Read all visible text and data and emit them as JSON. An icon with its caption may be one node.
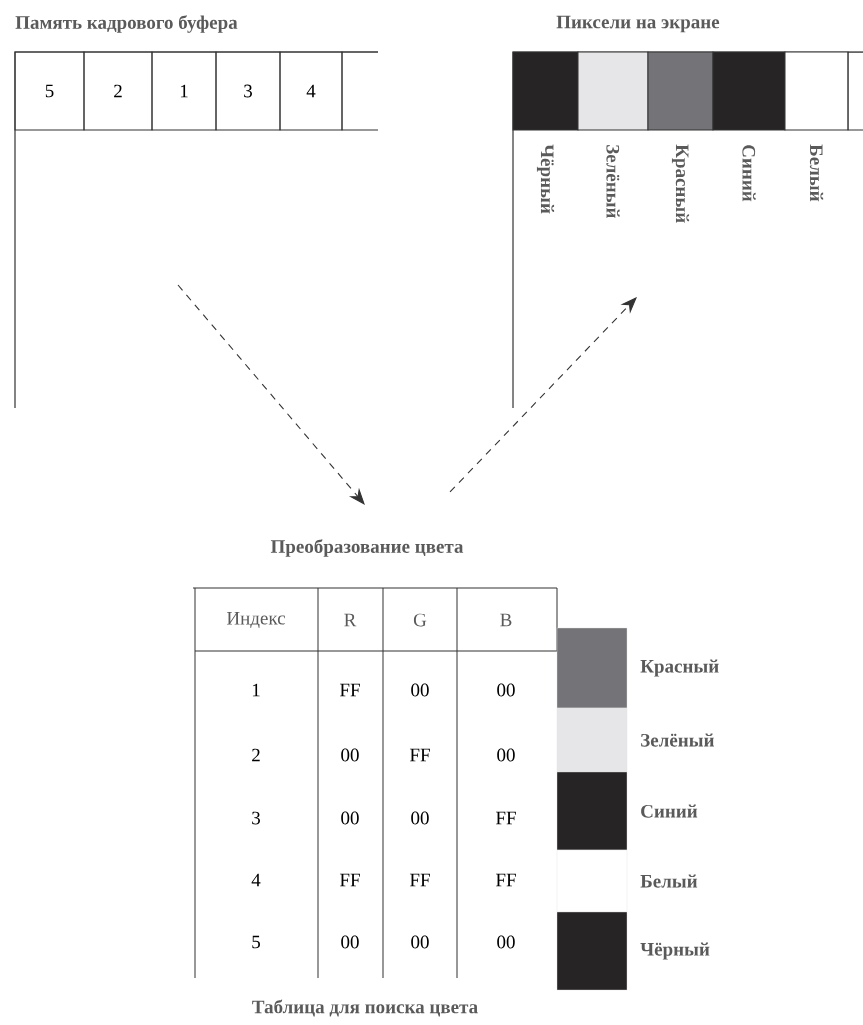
{
  "diagram": {
    "nodes": [
      {
        "text": [
          "Память кадрового буфера"
        ]
      },
      {
        "text": [
          "5"
        ],
        "in": 0
      },
      {
        "text": [
          "2"
        ],
        "in": 0
      },
      {
        "text": [
          "1"
        ],
        "in": 0
      },
      {
        "text": [
          "3"
        ],
        "in": 0
      },
      {
        "text": [
          "4"
        ],
        "in": 0
      },
      {
        "text": [],
        "shape": "box",
        "in": 0
      },
      {
        "text": [
          "Пиксели на экране"
        ]
      },
      {
        "text": [],
        "shape": "box",
        "in": 7,
        "beside": [
          "Чёрный"
        ]
      },
      {
        "text": [],
        "shape": "box",
        "in": 7,
        "beside": [
          "Зелёный"
        ]
      },
      {
        "text": [],
        "shape": "box",
        "in": 7,
        "beside": [
          "Красный"
        ]
      },
      {
        "text": [],
        "shape": "box",
        "in": 7,
        "beside": [
          "Синий"
        ]
      },
      {
        "text": [],
        "shape": "box",
        "in": 7,
        "beside": [
          "Белый"
        ]
      },
      {
        "text": [],
        "shape": "box",
        "in": 7
      },
      {
        "text": [
          "Преобразование цвета"
        ],
        "beside": [
          "Таблица для поиска цвета"
        ]
      }
    ],
    "edges": [
      {
        "from": null,
        "to": 14,
        "arrow": "to",
        "style": "dashed"
      },
      {
        "from": 14,
        "to": null,
        "arrow": "to",
        "style": "dashed"
      }
    ],
    "labels": [
      "Индекс",
      "R",
      "G",
      "B",
      "1",
      "FF",
      "00",
      "00",
      "2",
      "00",
      "FF",
      "00",
      "3",
      "00",
      "00",
      "FF",
      "4",
      "FF",
      "FF",
      "FF",
      "5",
      "00",
      "00",
      "00"
    ],
    "legend": [
      {
        "text": "Красный",
        "color": "#747478"
      },
      {
        "text": "Зелёный",
        "color": "#e6e6e8"
      },
      {
        "text": "Синий",
        "color": "#262425"
      },
      {
        "text": "Белый",
        "color": "#ffffff"
      },
      {
        "text": "Чёрный",
        "color": "#262425"
      }
    ]
  }
}
